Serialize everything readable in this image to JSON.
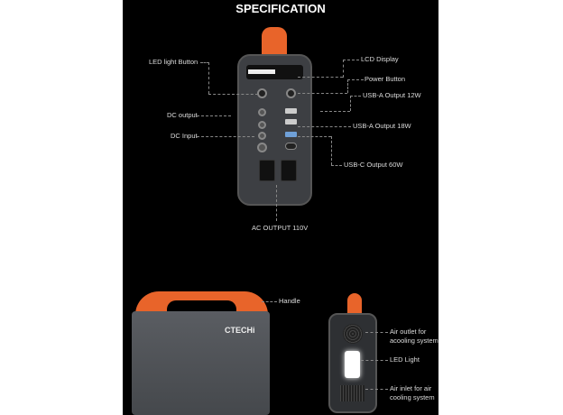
{
  "title": "SPECIFICATION",
  "front_labels": {
    "led_button": "LED light Button",
    "lcd": "LCD Display",
    "power": "Power Button",
    "usb_a_12": "USB-A Output 12W",
    "dc_output": "DC output",
    "usb_a_18": "USB-A Output 18W",
    "dc_input": "DC Input",
    "usb_c": "USB-C Output 60W",
    "ac": "AC OUTPUT 110V"
  },
  "side_labels": {
    "handle": "Handle",
    "brand": "CTECHi"
  },
  "back_labels": {
    "air_outlet": "Air outlet for acooling system",
    "led_light": "LED Light",
    "air_inlet": "Air inlet for air cooling system"
  },
  "colors": {
    "accent": "#e8642a",
    "body": "#4a4d52",
    "background": "#000000"
  }
}
